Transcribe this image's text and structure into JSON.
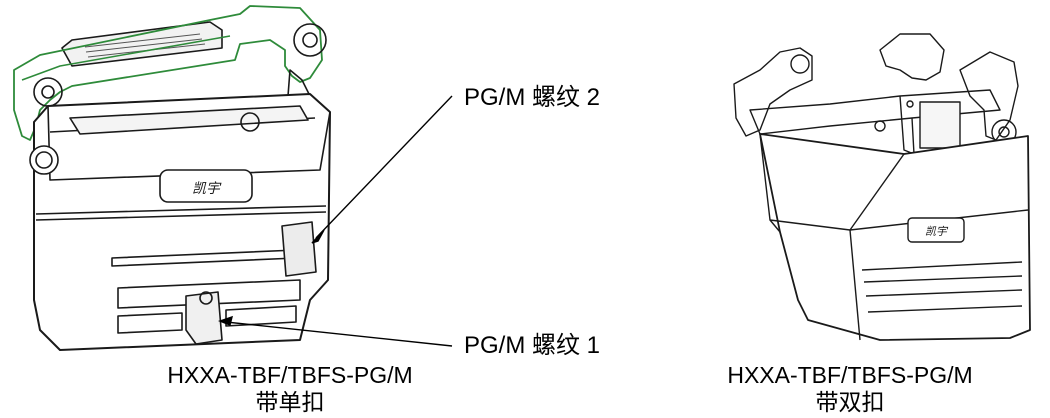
{
  "callouts": {
    "thread_2": "PG/M 螺纹 2",
    "thread_1": "PG/M 螺纹 1"
  },
  "products": [
    {
      "model": "HXXA-TBF/TBFS-PG/M",
      "variant": "带单扣"
    },
    {
      "model": "HXXA-TBF/TBFS-PG/M",
      "variant": "带双扣"
    }
  ],
  "logo_text": "凯宇",
  "colors": {
    "outline": "#1a1a1a",
    "fill_dark": "#e6e6e6",
    "latch_edge": "#2e8b3a",
    "leader": "#000000"
  }
}
